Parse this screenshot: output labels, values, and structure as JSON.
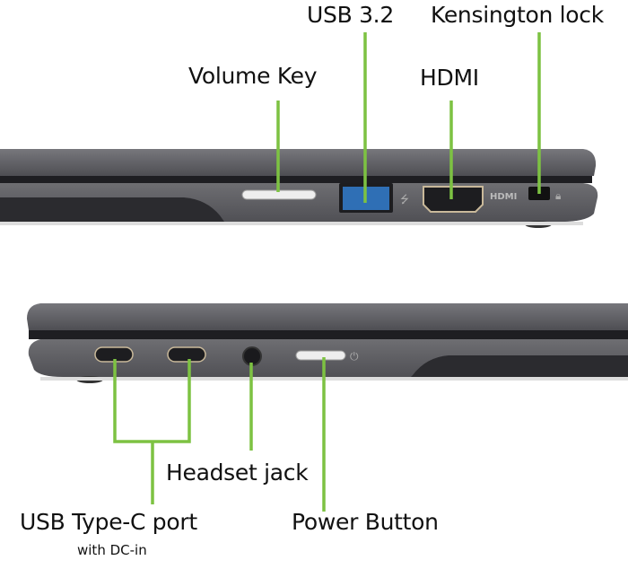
{
  "colors": {
    "leader": "#7dc242",
    "chassis": "#5b5b60",
    "usb_blue": "#2f6fb5"
  },
  "labels": {
    "usb32": "USB 3.2",
    "kensington": "Kensington lock",
    "volume": "Volume Key",
    "hdmi": "HDMI",
    "headset": "Headset jack",
    "usbc": "USB Type-C port",
    "usbc_sub": "with DC-in",
    "power": "Power Button"
  },
  "port_marks": {
    "hdmi_logo": "HDMI"
  }
}
